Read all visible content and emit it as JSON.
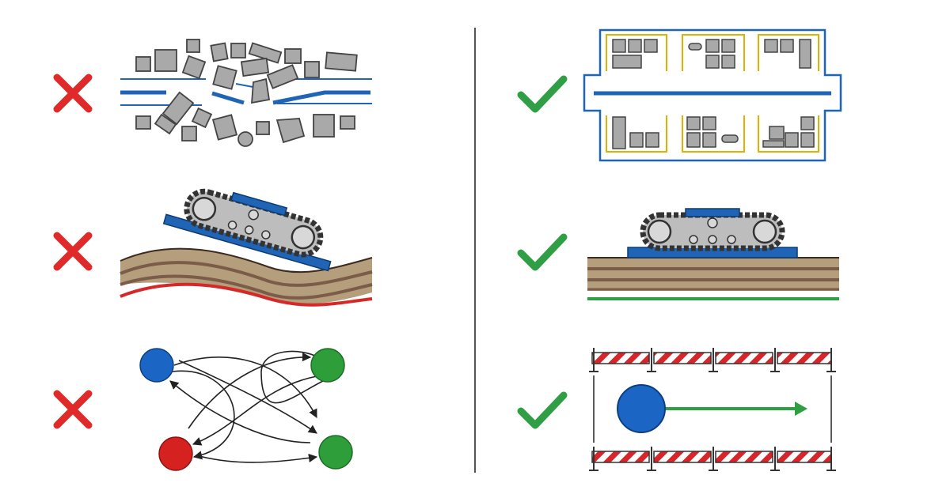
{
  "colors": {
    "cross": "#e02a2a",
    "check": "#2f9e44",
    "blue": "#1f64b5",
    "gray": "#a9a9a9",
    "gray_stroke": "#444444",
    "yellow": "#e2b000",
    "soil_light": "#b59e7c",
    "soil_dark": "#7a5c48",
    "red_line": "#d62828",
    "green_line": "#2ea043",
    "node_blue": "#1b66c4",
    "node_green": "#2e9e3a",
    "node_red": "#d62121",
    "barrier_red": "#d7262a",
    "divider": "#555555"
  },
  "rows": [
    {
      "topic": "site-organization",
      "wrong": {
        "marker": "cross-icon",
        "illustration": "disorganized-materials"
      },
      "right": {
        "marker": "check-icon",
        "illustration": "organized-storage-zones"
      }
    },
    {
      "topic": "crane-ground",
      "wrong": {
        "marker": "cross-icon",
        "illustration": "crawler-on-uneven-ground"
      },
      "right": {
        "marker": "check-icon",
        "illustration": "crawler-on-level-ground"
      }
    },
    {
      "topic": "traffic-flow",
      "wrong": {
        "marker": "cross-icon",
        "illustration": "crossing-paths"
      },
      "right": {
        "marker": "check-icon",
        "illustration": "barricaded-one-way-path"
      }
    }
  ]
}
